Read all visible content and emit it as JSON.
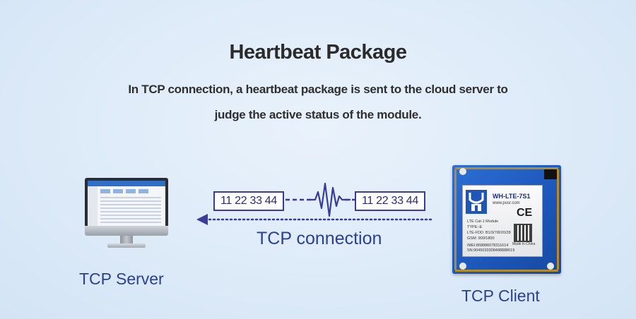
{
  "header": {
    "title": "Heartbeat Package",
    "subtitle_line1": "In TCP connection, a heartbeat package is sent to the cloud server to",
    "subtitle_line2": "judge the active status of the module."
  },
  "diagram": {
    "packet_left": "11 22 33 44",
    "packet_right": "11 22 33 44",
    "connection_label": "TCP connection",
    "server_label": "TCP Server",
    "client_label": "TCP Client"
  },
  "module": {
    "model": "WH-LTE-7S1",
    "url": "www.pusr.com",
    "line1": "LTE Cat-1 Module",
    "line2": "TYPE:-E",
    "line3": "LTE-FDD: B1/3/7/8/20/28",
    "line4": "GSM: 900/1800",
    "line5": "IMEI:868886078311614",
    "line6": "SN:9045033308488888619",
    "made_in": "Made in China",
    "logo_text": "USR"
  },
  "colors": {
    "accent": "#2b3f93",
    "packet_border": "#3a3c97",
    "arrow": "#3a3c97",
    "board": "#1f5ec4"
  }
}
